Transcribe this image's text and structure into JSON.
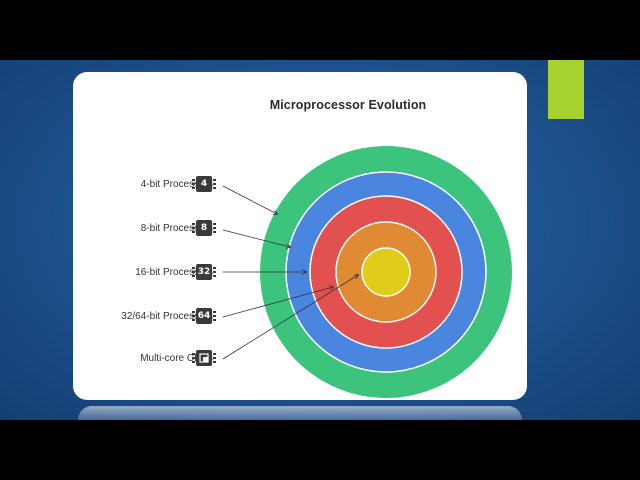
{
  "diagram": {
    "title": "Microprocessor Evolution",
    "items": [
      {
        "label": "4-bit Processors",
        "icon_text": "4",
        "icon": "chip-icon",
        "ring_color": "#3cc47c"
      },
      {
        "label": "8-bit Processors",
        "icon_text": "8",
        "icon": "chip-icon",
        "ring_color": "#4a86e0"
      },
      {
        "label": "16-bit Processors",
        "icon_text": "32",
        "icon": "chip-icon",
        "ring_color": "#e25050"
      },
      {
        "label": "32/64-bit Processors",
        "icon_text": "64",
        "icon": "chip-icon",
        "ring_color": "#e08a34"
      },
      {
        "label": "Multi-core CPUs",
        "icon_text": "",
        "icon": "multicore-chip-icon",
        "ring_color": "#e2cc1a"
      }
    ]
  },
  "theme": {
    "accent_color": "#a6d12f",
    "background_color": "#1f5593"
  }
}
